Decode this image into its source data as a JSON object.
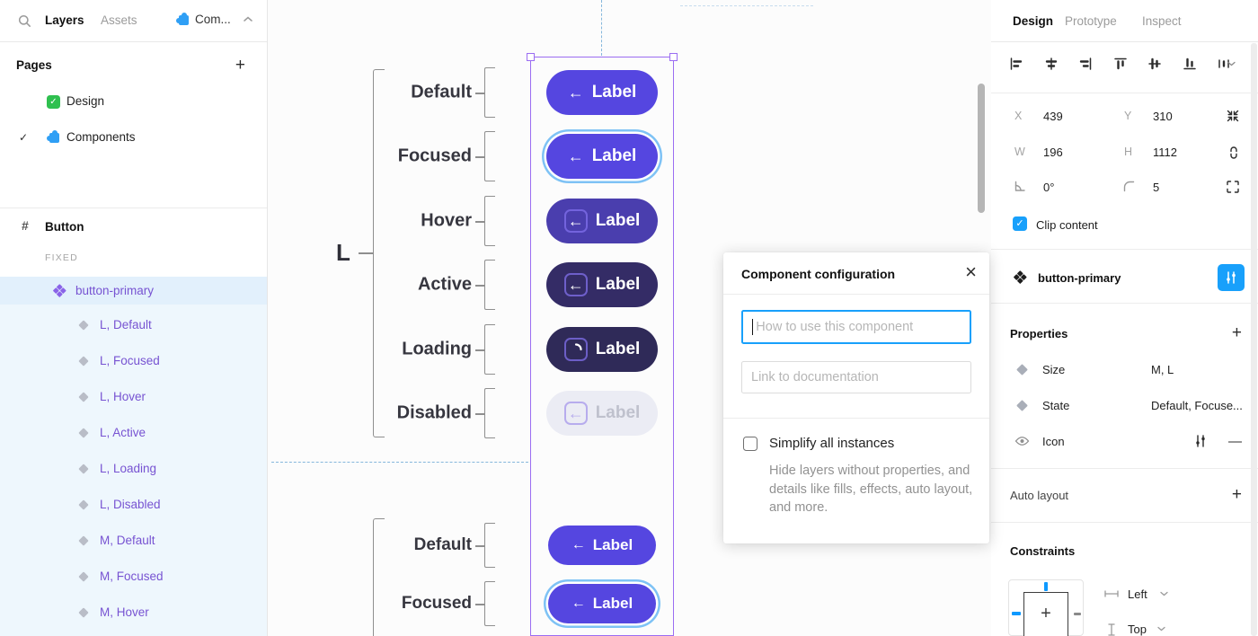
{
  "sidebar": {
    "tabs": {
      "layers": "Layers",
      "assets": "Assets",
      "components_menu": "Com..."
    },
    "pages": {
      "title": "Pages",
      "design": "Design",
      "components": "Components",
      "current_check": "✓"
    },
    "layers": {
      "frame": "Button",
      "fixed": "FIXED",
      "component": "button-primary",
      "variants": [
        "L, Default",
        "L, Focused",
        "L, Hover",
        "L, Active",
        "L, Loading",
        "L, Disabled",
        "M, Default",
        "M, Focused",
        "M, Hover"
      ]
    }
  },
  "canvas": {
    "size_group_label": "L",
    "states_l": [
      "Default",
      "Focused",
      "Hover",
      "Active",
      "Loading",
      "Disabled"
    ],
    "states_m": [
      "Default",
      "Focused"
    ],
    "arrow": "←",
    "button_label": "Label",
    "colors": {
      "button_default": "#5546E0",
      "button_hover": "#4A3EAE",
      "button_active": "#342C66",
      "button_loading": "#2F2A58",
      "button_disabled_bg": "#EBECF4",
      "button_disabled_text": "#BFC1CD",
      "focus_ring": "#7EC2F5",
      "selection_frame": "#9B6DF2",
      "guide_dashed": "#85B7DC"
    }
  },
  "modal": {
    "title": "Component configuration",
    "close": "×",
    "description_placeholder": "How to use this component",
    "link_placeholder": "Link to documentation",
    "simplify_label": "Simplify all instances",
    "simplify_description": "Hide layers without properties, and details like fills, effects, auto layout, and more."
  },
  "inspector": {
    "tabs": {
      "design": "Design",
      "prototype": "Prototype",
      "inspect": "Inspect"
    },
    "position": {
      "x_label": "X",
      "x": "439",
      "y_label": "Y",
      "y": "310",
      "w_label": "W",
      "w": "196",
      "h_label": "H",
      "h": "1112",
      "rotation": "0°",
      "corner_radius": "5"
    },
    "clip_label": "Clip content",
    "clip_check": "✓",
    "component_name": "button-primary",
    "properties": {
      "title": "Properties",
      "size_name": "Size",
      "size_value": "M, L",
      "state_name": "State",
      "state_value": "Default, Focuse...",
      "icon_name": "Icon"
    },
    "auto_layout": "Auto layout",
    "constraints": {
      "title": "Constraints",
      "horizontal": "Left",
      "vertical": "Top"
    },
    "accent_blue": "#18A0FB"
  }
}
